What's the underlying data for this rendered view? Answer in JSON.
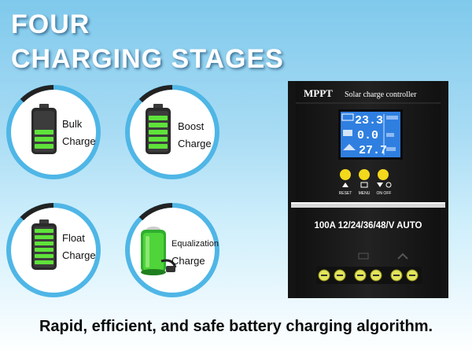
{
  "title": {
    "line1": "FOUR",
    "line2": "CHARGING STAGES"
  },
  "stages": [
    {
      "id": "bulk",
      "line1": "Bulk",
      "line2": "Charge"
    },
    {
      "id": "boost",
      "line1": "Boost",
      "line2": "Charge"
    },
    {
      "id": "float",
      "line1": "Float",
      "line2": "Charge"
    },
    {
      "id": "equalization",
      "line1": "Equalization",
      "line2": "Charge"
    }
  ],
  "device": {
    "brand": "MPPT",
    "model": "Solar charge controller",
    "readings": [
      "23.3",
      "0.0",
      "27.7"
    ],
    "buttons": {
      "reset": "RESET",
      "menu": "MENU",
      "onoff": "ON OFF"
    },
    "spec": "100A 12/24/36/48/V AUTO"
  },
  "tagline": "Rapid, efficient, and safe battery charging algorithm.",
  "colors": {
    "ring": "#4fb6e6",
    "battery_green": "#5fe23a",
    "device_body": "#1b1b1b",
    "lcd": "#2f7fe0",
    "button_yellow": "#f3d91b"
  }
}
